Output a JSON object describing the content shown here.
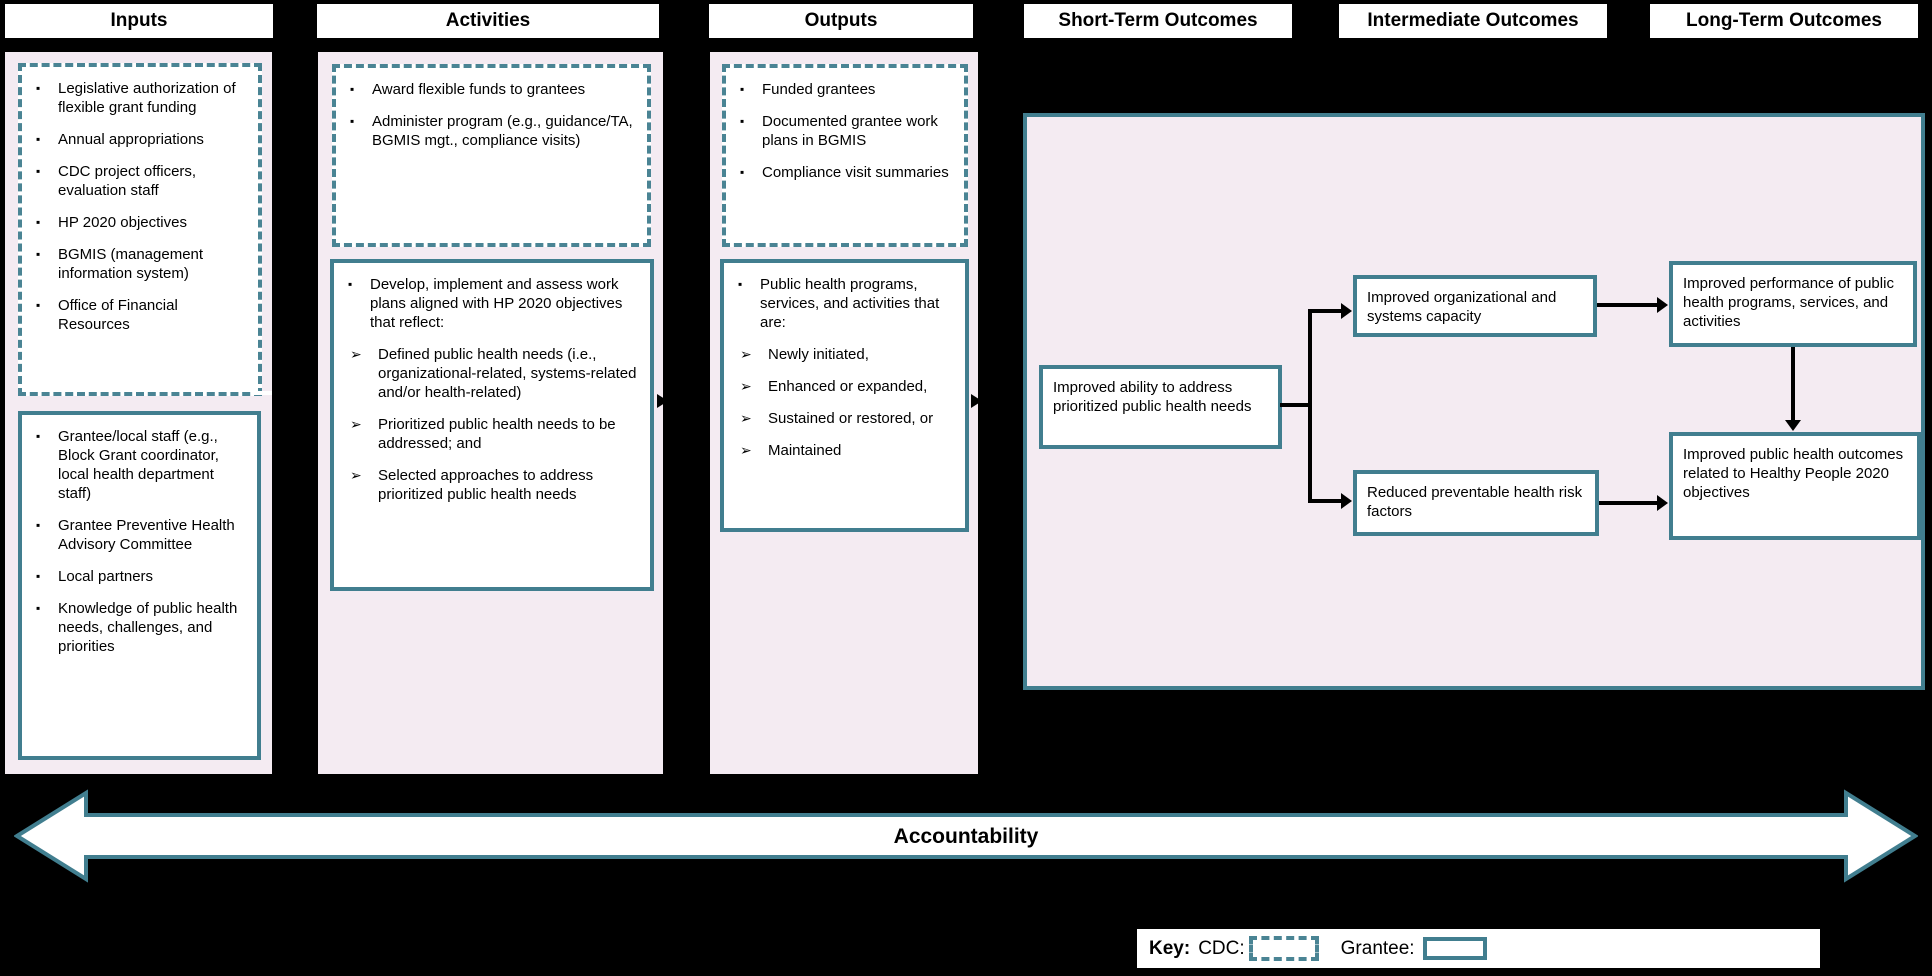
{
  "title_row": {
    "headers": [
      "Inputs",
      "Activities",
      "Outputs",
      "Short-Term Outcomes",
      "Intermediate Outcomes",
      "Long-Term Outcomes"
    ]
  },
  "glyphs": {
    "bullet": "▪",
    "sub_bullet": "➢"
  },
  "inputs": {
    "cdc_items": [
      "Legislative authorization of flexible grant funding",
      "Annual appropriations",
      "CDC project officers, evaluation staff",
      "HP 2020 objectives",
      "BGMIS (management information system)",
      "Office of Financial Resources"
    ],
    "grantee_items": [
      "Grantee/local staff (e.g., Block Grant coordinator, local health department staff)",
      "Grantee Preventive Health Advisory Committee",
      "Local partners",
      "Knowledge of public health needs, challenges, and priorities"
    ]
  },
  "activities": {
    "cdc_items": [
      "Award flexible funds to grantees",
      "Administer program (e.g., guidance/TA, BGMIS mgt., compliance visits)"
    ],
    "grantee_lead": "Develop, implement and assess work plans aligned with HP 2020 objectives that reflect:",
    "grantee_subitems": [
      "Defined public health needs (i.e., organizational-related, systems-related and/or health-related)",
      "Prioritized public health needs to be addressed; and",
      "Selected approaches to address prioritized public health needs"
    ]
  },
  "outputs": {
    "cdc_items": [
      "Funded grantees",
      "Documented grantee work plans in BGMIS",
      "Compliance visit summaries"
    ],
    "grantee_lead": "Public health programs, services, and activities that are:",
    "grantee_subitems": [
      "Newly initiated,",
      "Enhanced or expanded,",
      "Sustained or restored, or",
      "Maintained"
    ]
  },
  "outcomes": {
    "short_term": "Improved ability to address prioritized public health needs",
    "intermediate_top": "Improved organizational and systems capacity",
    "intermediate_bottom": "Reduced preventable health risk factors",
    "long_term_top": "Improved performance of public health programs, services, and activities",
    "long_term_bottom": "Improved public health outcomes related to Healthy People 2020 objectives"
  },
  "accountability": {
    "label": "Accountability"
  },
  "key": {
    "label": "Key:",
    "cdc": "CDC:",
    "grantee": "Grantee:"
  },
  "colors": {
    "accent_teal": "#417E8F",
    "panel_pink": "#F4EBF2",
    "background": "#000000",
    "box_fill": "#FFFFFF",
    "text": "#000000"
  }
}
